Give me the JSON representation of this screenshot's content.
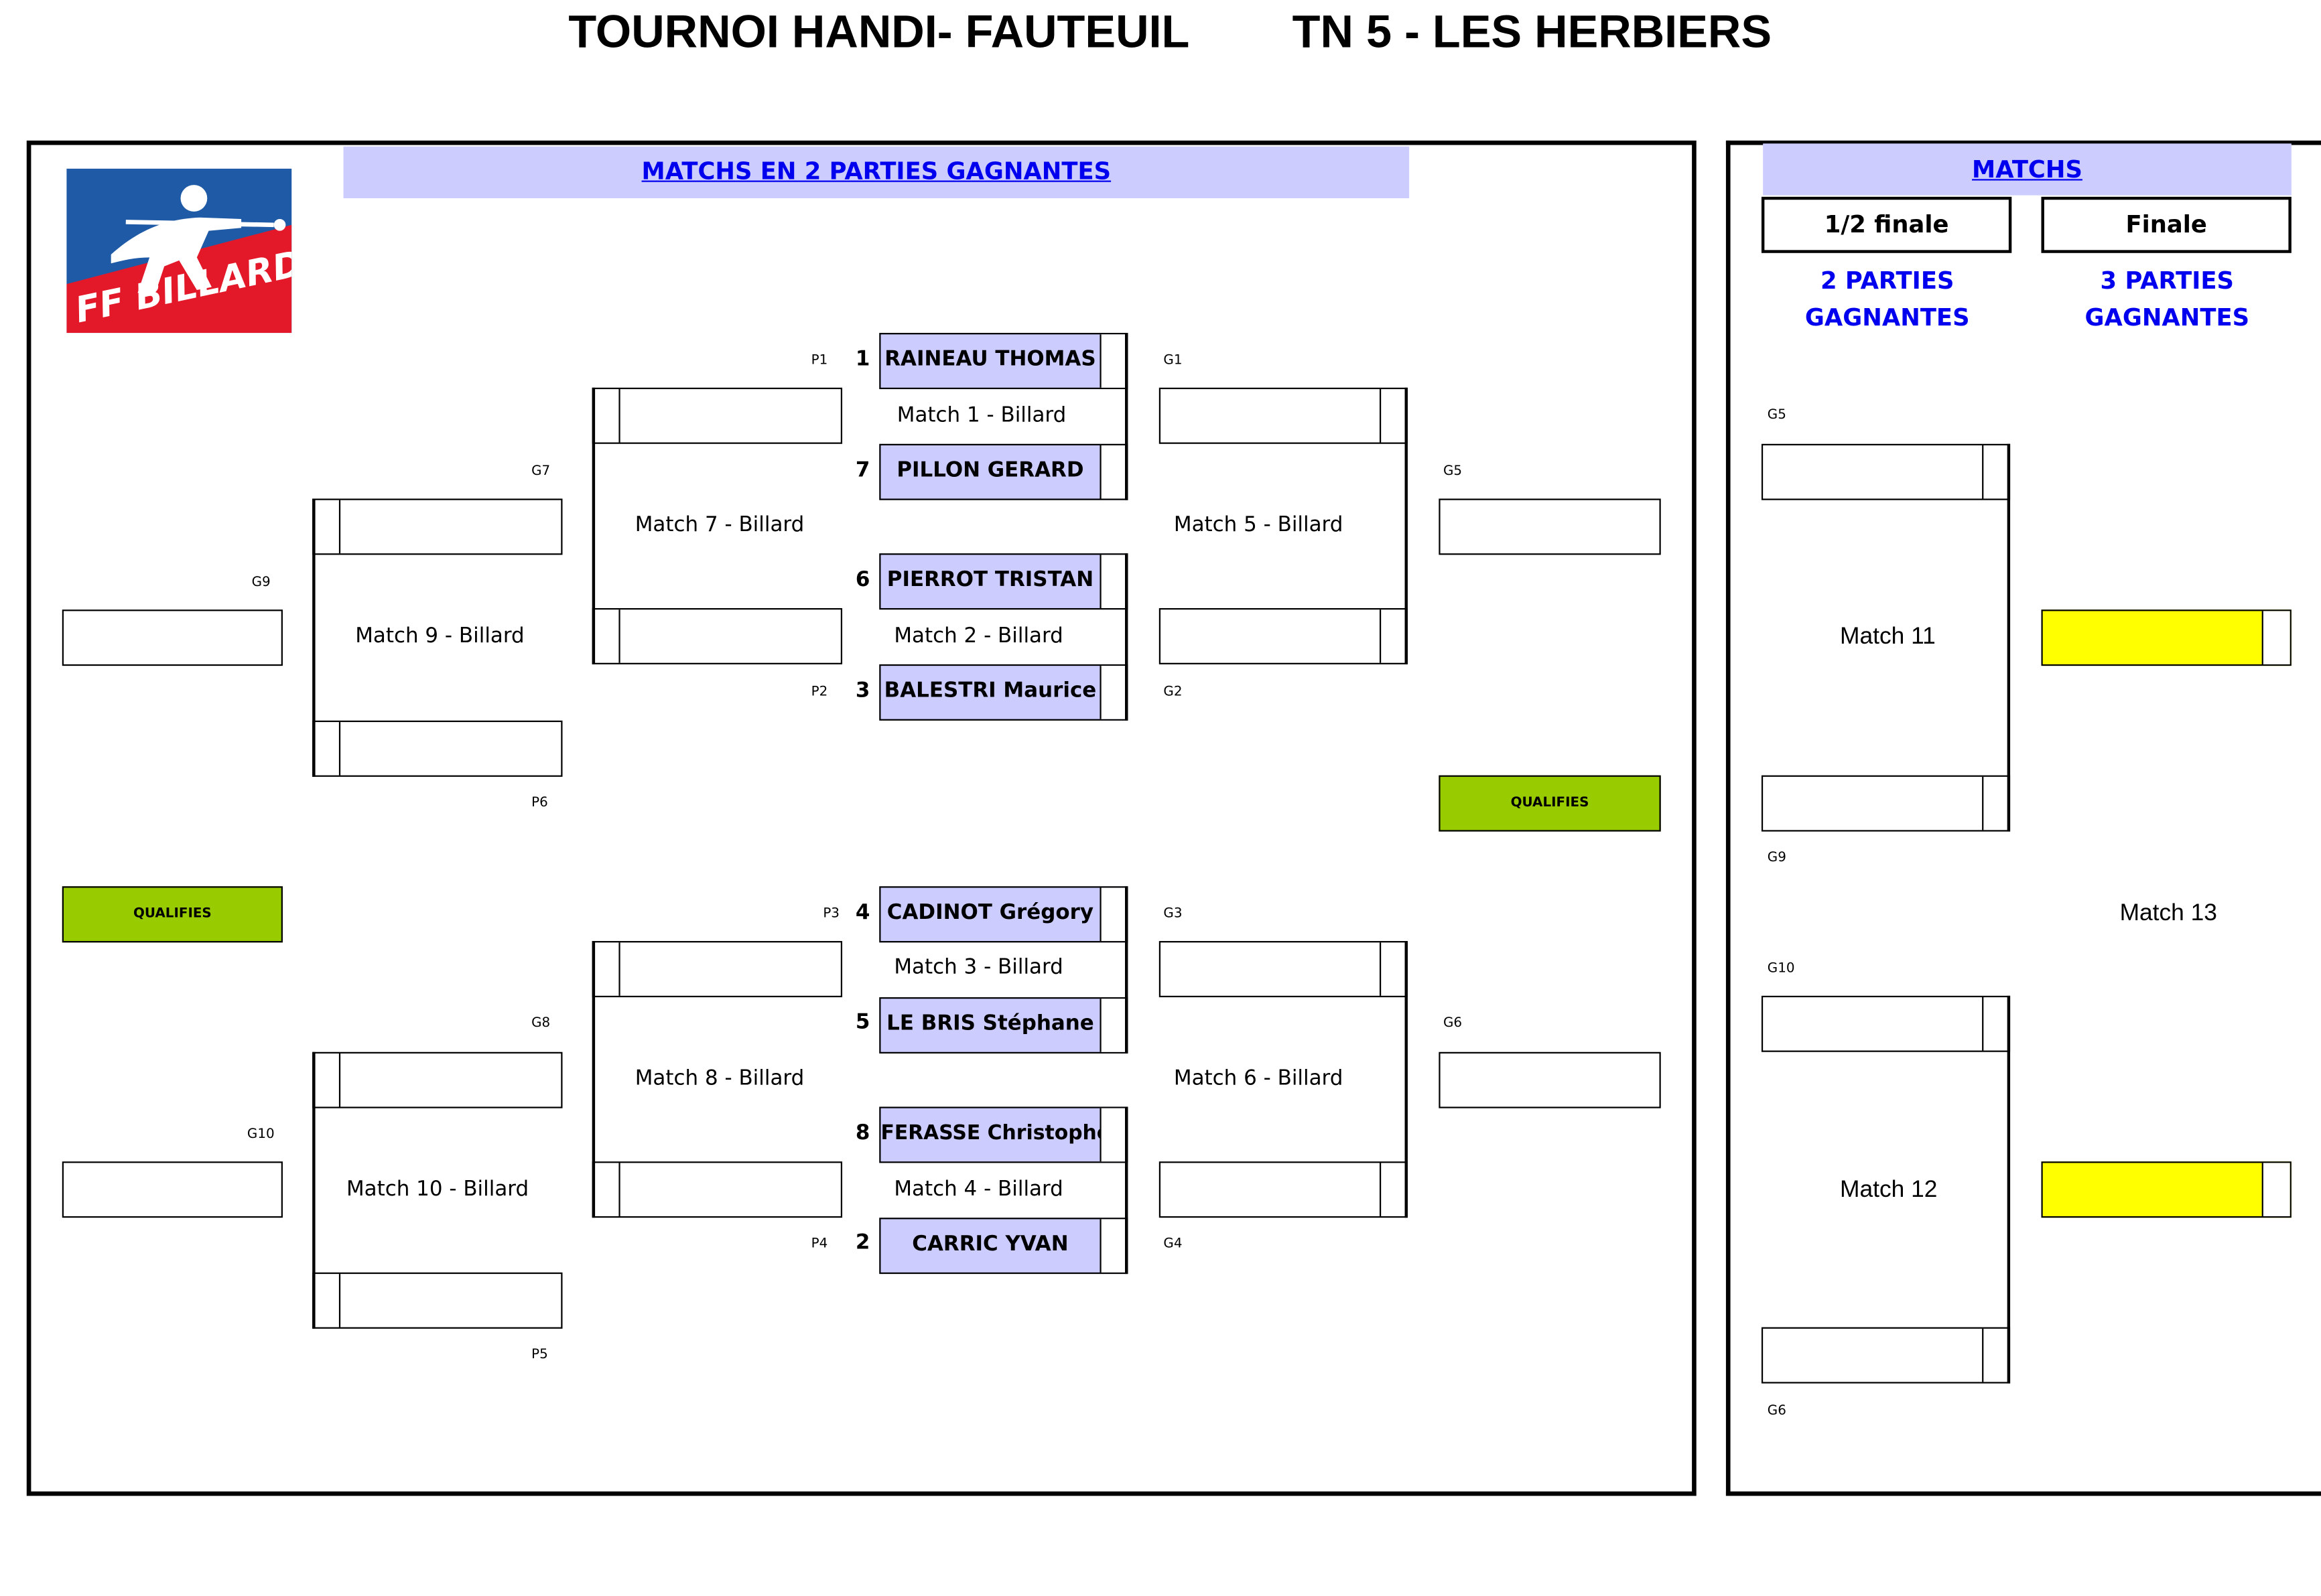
{
  "title": {
    "left": "TOURNOI HANDI- FAUTEUIL",
    "right": "TN 5 - LES HERBIERS"
  },
  "logo": {
    "text": "FF BILLARD"
  },
  "main_header": "MATCHS EN 2 PARTIES GAGNANTES",
  "side_header": "MATCHS ",
  "stages": {
    "semi": {
      "label": "1/2 finale",
      "rule_line1": "2 PARTIES",
      "rule_line2": "GAGNANTES"
    },
    "final": {
      "label": "Finale",
      "rule_line1": "3 PARTIES",
      "rule_line2": "GAGNANTES"
    }
  },
  "players": {
    "p1": {
      "seed": "1",
      "name": "RAINEAU THOMAS",
      "tag": "P1"
    },
    "p7": {
      "seed": "7",
      "name": "PILLON GERARD"
    },
    "p6": {
      "seed": "6",
      "name": "PIERROT TRISTAN"
    },
    "p3": {
      "seed": "3",
      "name": "BALESTRI Maurice",
      "tag": "P2"
    },
    "p4": {
      "seed": "4",
      "name": "CADINOT Grégory",
      "tag": "P3"
    },
    "p5": {
      "seed": "5",
      "name": "LE BRIS Stéphane"
    },
    "p8": {
      "seed": "8",
      "name": "FERASSE Christophe"
    },
    "p2": {
      "seed": "2",
      "name": "CARRIC YVAN",
      "tag": "P4"
    }
  },
  "matches": {
    "m1": "Match 1 - Billard",
    "m2": "Match 2 - Billard",
    "m3": "Match 3 - Billard",
    "m4": "Match 4 - Billard",
    "m5": "Match 5 - Billard",
    "m6": "Match 6 - Billard",
    "m7": "Match 7 - Billard",
    "m8": "Match 8 - Billard",
    "m9": "Match 9 - Billard",
    "m10": "Match 10 - Billard",
    "m11": "Match 11",
    "m12": "Match 12",
    "m13": "Match 13"
  },
  "tags": {
    "g1": "G1",
    "g2": "G2",
    "g3": "G3",
    "g4": "G4",
    "g5": "G5",
    "g6": "G6",
    "g7": "G7",
    "g8": "G8",
    "g9": "G9",
    "g10": "G10",
    "p5": "P5",
    "p6": "P6"
  },
  "qualified_label": "QUALIFIES",
  "colors": {
    "header_bg": "#ccccff",
    "header_text": "#0000ee",
    "player_bg": "#ccccff",
    "qualified_bg": "#99cc00",
    "final_slot_bg": "#ffff00",
    "logo_blue": "#1f5aa6",
    "logo_red": "#e3192a"
  }
}
